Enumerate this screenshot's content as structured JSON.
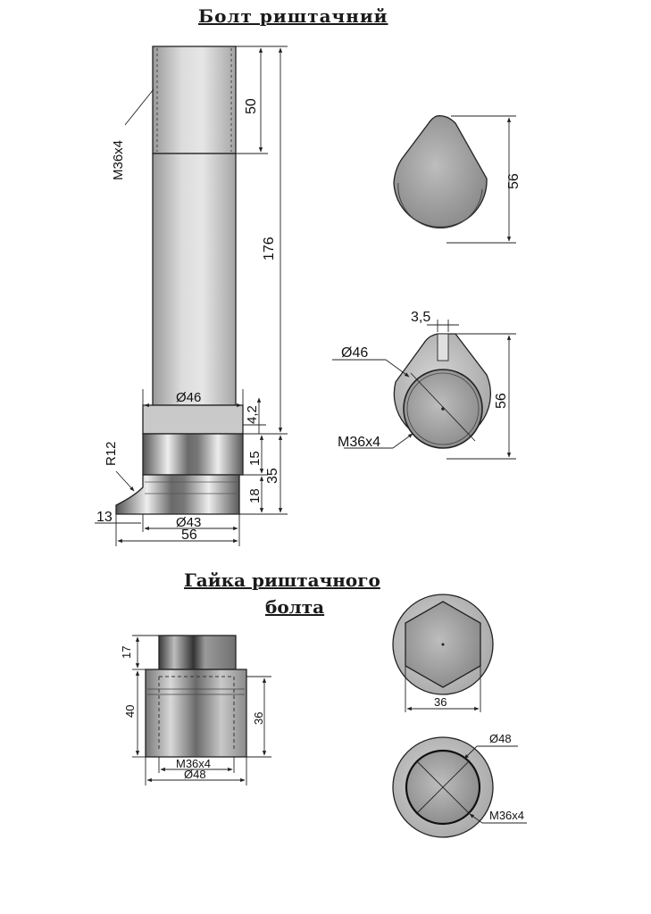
{
  "sheet": {
    "bolt_title": "Болт риштачний",
    "nut_title_line1": "Гайка риштачного",
    "nut_title_line2": "болта"
  },
  "bolt_side": {
    "thread_label": "M36x4",
    "dim_thread_length": "50",
    "dim_shank_length": "176",
    "dim_collar_diameter": "Ø46",
    "dim_collar_height": "4,2",
    "dim_head_top_height": "15",
    "dim_head_total_height": "35",
    "dim_head_bottom_height": "18",
    "dim_radius": "R12",
    "dim_flange": "13",
    "dim_base_diameter": "Ø43",
    "dim_base_width": "56"
  },
  "bolt_top": {
    "dim_width": "56"
  },
  "bolt_section": {
    "dim_slot": "3,5",
    "dim_diameter": "Ø46",
    "dim_height": "56",
    "thread_label": "M36x4"
  },
  "nut_side": {
    "dim_upper_height": "17",
    "dim_total_height": "40",
    "dim_thread_depth": "36",
    "dim_thread": "M36x4",
    "dim_outer_diameter": "Ø48"
  },
  "nut_top": {
    "dim_hex": "36"
  },
  "nut_section": {
    "dim_diameter": "Ø48",
    "thread_label": "M36x4"
  }
}
